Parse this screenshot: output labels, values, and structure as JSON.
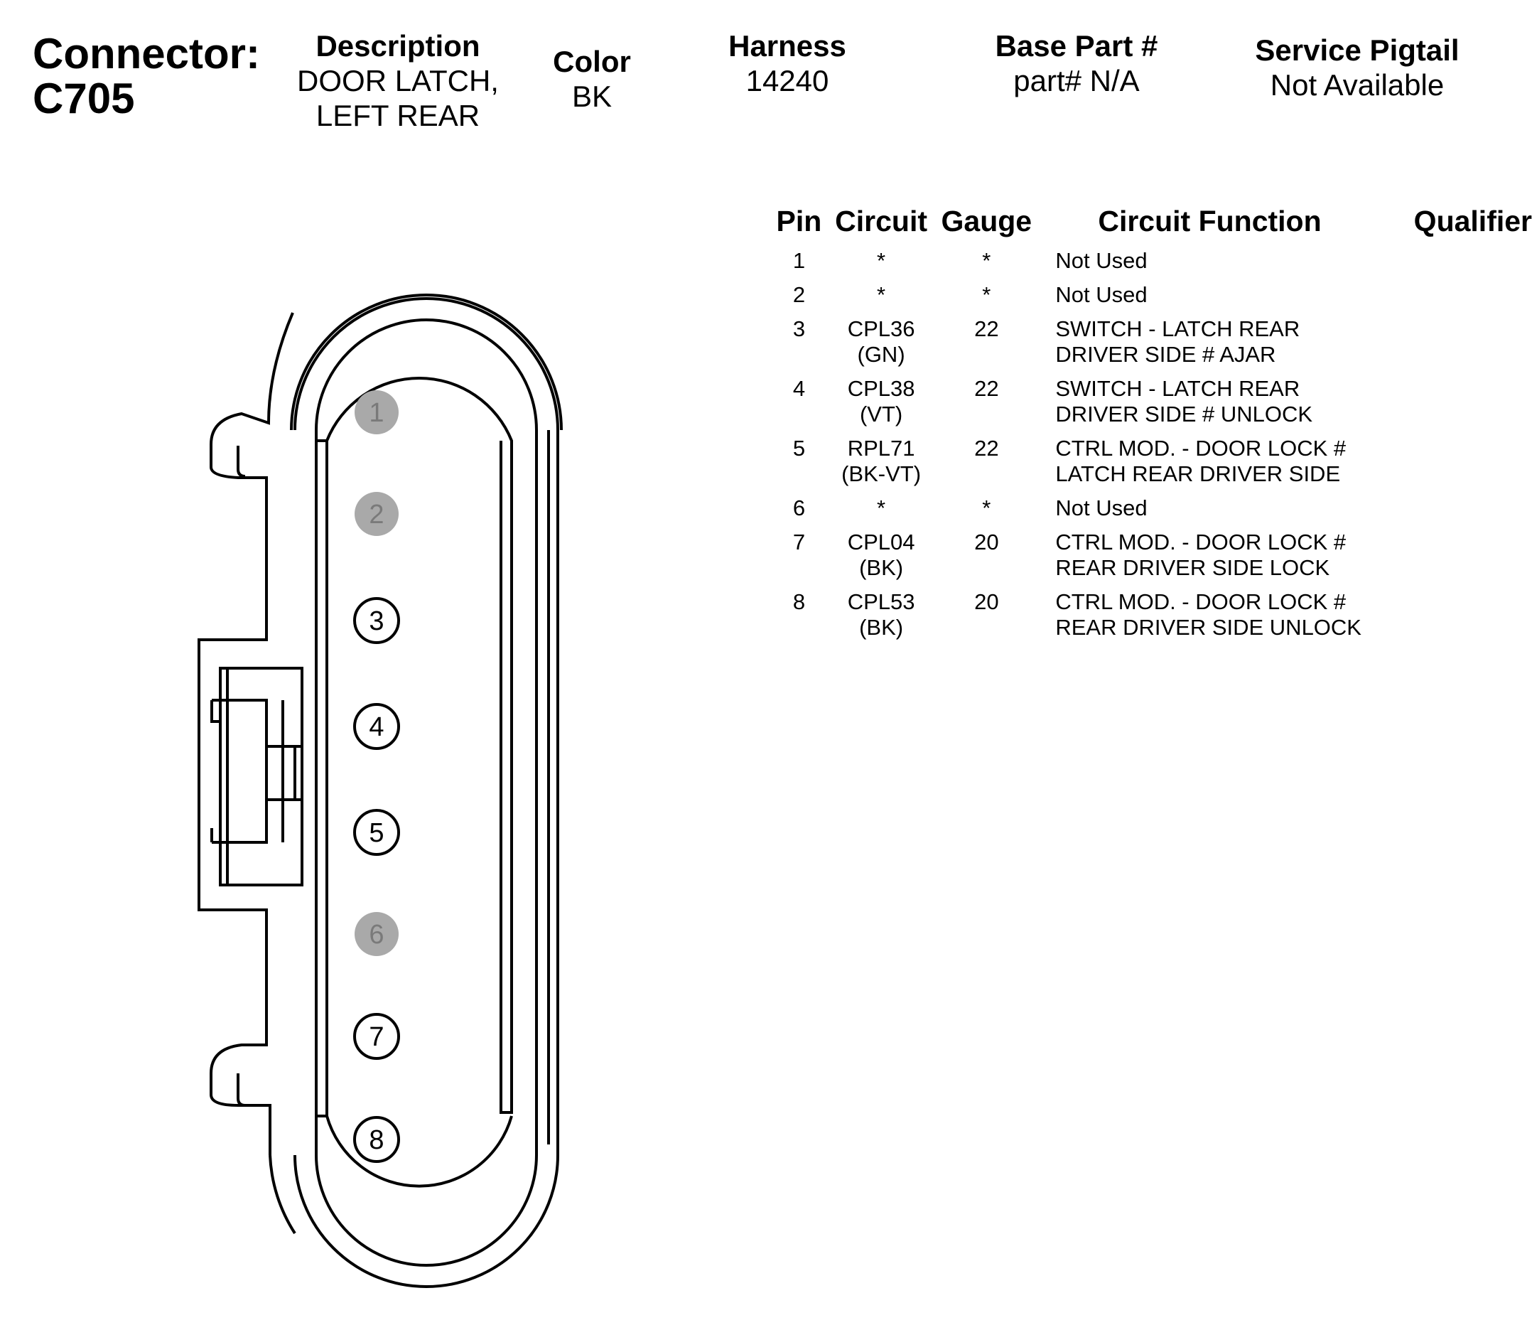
{
  "connector": {
    "label": "Connector:",
    "id": "C705"
  },
  "header": {
    "description": {
      "label": "Description",
      "line1": "DOOR LATCH,",
      "line2": "LEFT REAR"
    },
    "color": {
      "label": "Color",
      "value": "BK"
    },
    "harness": {
      "label": "Harness",
      "value": "14240"
    },
    "base_part": {
      "label": "Base Part #",
      "value": "part# N/A"
    },
    "service_pigtail": {
      "label": "Service Pigtail",
      "value": "Not Available"
    }
  },
  "table": {
    "headers": {
      "pin": "Pin",
      "circuit": "Circuit",
      "gauge": "Gauge",
      "function": "Circuit Function",
      "qualifier": "Qualifier"
    },
    "rows": [
      {
        "pin": "1",
        "circuit": "*",
        "circuit_color": "",
        "gauge": "*",
        "function1": "Not Used",
        "function2": "",
        "qualifier": ""
      },
      {
        "pin": "2",
        "circuit": "*",
        "circuit_color": "",
        "gauge": "*",
        "function1": "Not Used",
        "function2": "",
        "qualifier": ""
      },
      {
        "pin": "3",
        "circuit": "CPL36",
        "circuit_color": "(GN)",
        "gauge": "22",
        "function1": "SWITCH - LATCH REAR",
        "function2": "DRIVER SIDE # AJAR",
        "qualifier": ""
      },
      {
        "pin": "4",
        "circuit": "CPL38",
        "circuit_color": "(VT)",
        "gauge": "22",
        "function1": "SWITCH - LATCH REAR",
        "function2": "DRIVER SIDE # UNLOCK",
        "qualifier": ""
      },
      {
        "pin": "5",
        "circuit": "RPL71",
        "circuit_color": "(BK-VT)",
        "gauge": "22",
        "function1": "CTRL MOD. - DOOR LOCK #",
        "function2": "LATCH REAR DRIVER SIDE",
        "qualifier": ""
      },
      {
        "pin": "6",
        "circuit": "*",
        "circuit_color": "",
        "gauge": "*",
        "function1": "Not Used",
        "function2": "",
        "qualifier": ""
      },
      {
        "pin": "7",
        "circuit": "CPL04",
        "circuit_color": "(BK)",
        "gauge": "20",
        "function1": "CTRL MOD. - DOOR LOCK #",
        "function2": "REAR DRIVER SIDE LOCK",
        "qualifier": ""
      },
      {
        "pin": "8",
        "circuit": "CPL53",
        "circuit_color": "(BK)",
        "gauge": "20",
        "function1": "CTRL MOD. - DOOR LOCK #",
        "function2": "REAR DRIVER SIDE UNLOCK",
        "qualifier": ""
      }
    ]
  },
  "diagram": {
    "pins": [
      {
        "label": "1",
        "used": false
      },
      {
        "label": "2",
        "used": false
      },
      {
        "label": "3",
        "used": true
      },
      {
        "label": "4",
        "used": true
      },
      {
        "label": "5",
        "used": true
      },
      {
        "label": "6",
        "used": false
      },
      {
        "label": "7",
        "used": true
      },
      {
        "label": "8",
        "used": true
      }
    ],
    "colors": {
      "unused_pin_fill": "#a9a9a9",
      "unused_pin_text": "#7a7a7a",
      "line": "#000000"
    }
  }
}
